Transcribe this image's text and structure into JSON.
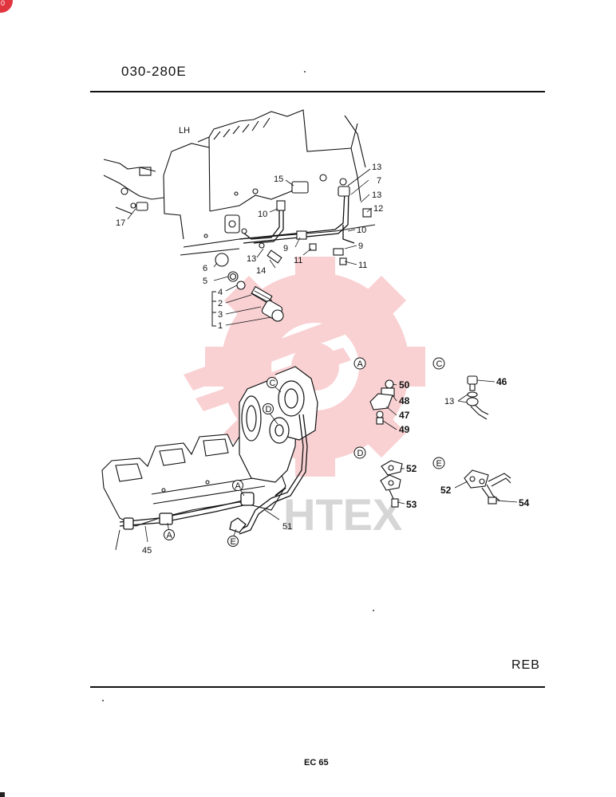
{
  "header": {
    "code": "030-280E"
  },
  "footer": {
    "variant": "REB",
    "page_number": "EC 65"
  },
  "badge": {
    "text": "0"
  },
  "diagram": {
    "side_label": "LH",
    "callouts": {
      "c1": "1",
      "c2": "2",
      "c3": "3",
      "c4": "4",
      "c5": "5",
      "c6": "6",
      "c7": "7",
      "c9a": "9",
      "c9b": "9",
      "c10a": "10",
      "c10b": "10",
      "c11a": "11",
      "c11b": "11",
      "c12": "12",
      "c13a": "13",
      "c13b": "13",
      "c13c": "13",
      "c14": "14",
      "c15": "15",
      "c17": "17",
      "c45": "45",
      "c51": "51"
    },
    "detail_markers": {
      "A": "A",
      "C": "C",
      "D": "D",
      "E": "E"
    },
    "detail_A": {
      "c50": "50",
      "c48": "48",
      "c47": "47",
      "c49": "49"
    },
    "detail_C": {
      "c46": "46",
      "c13": "13"
    },
    "detail_D": {
      "c52": "52",
      "c53": "53"
    },
    "detail_E": {
      "c52": "52",
      "c54": "54"
    }
  },
  "watermark": {
    "text": "HTEX",
    "color": "#e8333c"
  }
}
